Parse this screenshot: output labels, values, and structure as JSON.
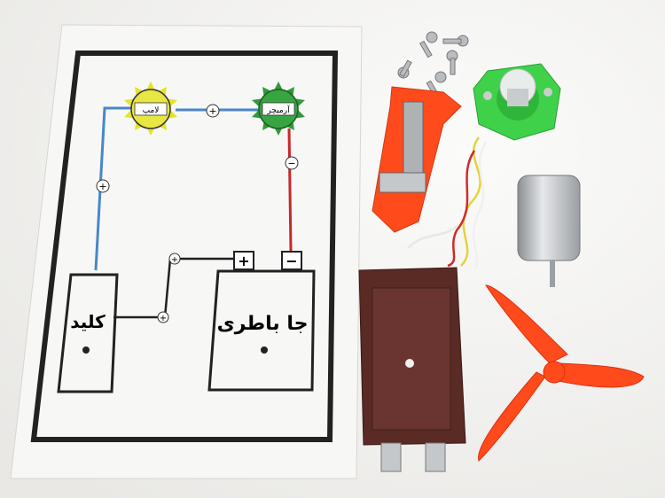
{
  "board": {
    "lamp_label": "لامپ",
    "armature_label": "آرمیچر",
    "switch_label": "کلید",
    "battery_label": "جا باطری",
    "plus": "+",
    "minus": "−"
  },
  "colors": {
    "wire_blue": "#4a86c8",
    "wire_red": "#c8282a",
    "wire_black": "#222222",
    "lamp_yellow": "#e5e32a",
    "armature_green": "#2f9a3a",
    "plastic_orange": "#ff4a1c",
    "holder_brown": "#5a2a24",
    "green_base": "#3fd14a"
  }
}
